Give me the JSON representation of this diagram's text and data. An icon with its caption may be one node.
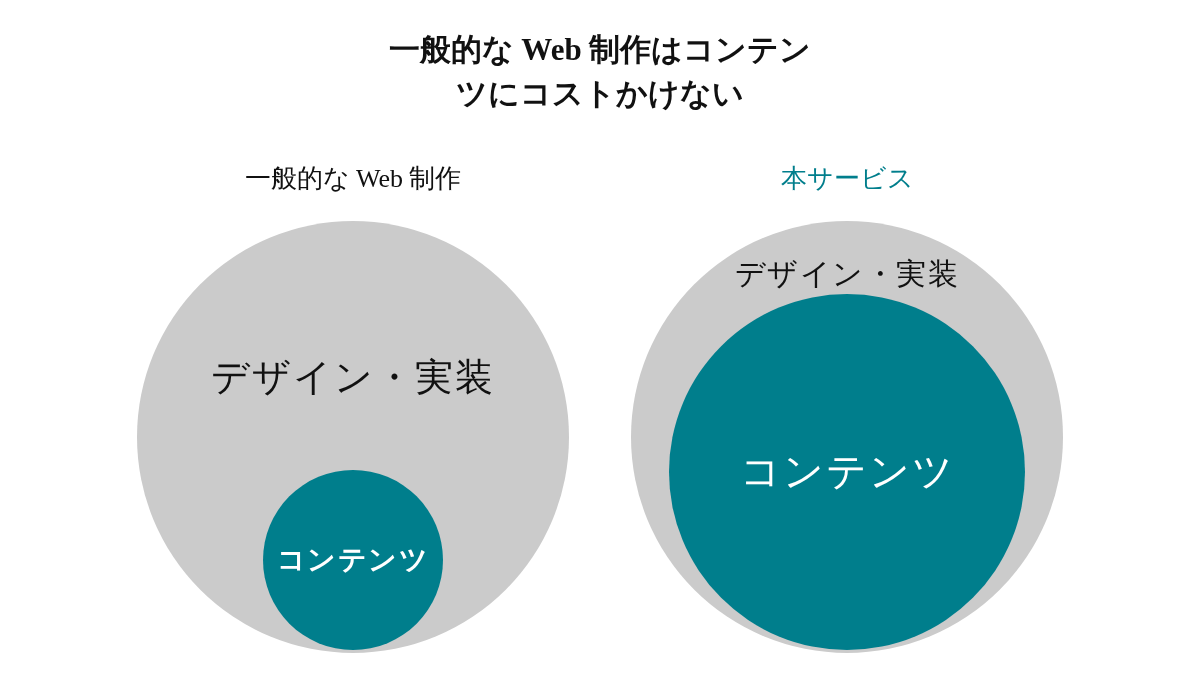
{
  "diagram": {
    "title": "一般的な Web 制作はコンテンツにコストかけない",
    "nodes": [
      {
        "text": [
          "一般的な Web 制作",
          "デザイン・実装"
        ]
      },
      {
        "text": [
          "コンテンツ"
        ],
        "in": 0
      },
      {
        "text": [
          "本サービス",
          "デザイン・実装"
        ]
      },
      {
        "text": [
          "コンテンツ"
        ],
        "in": 2
      }
    ]
  }
}
